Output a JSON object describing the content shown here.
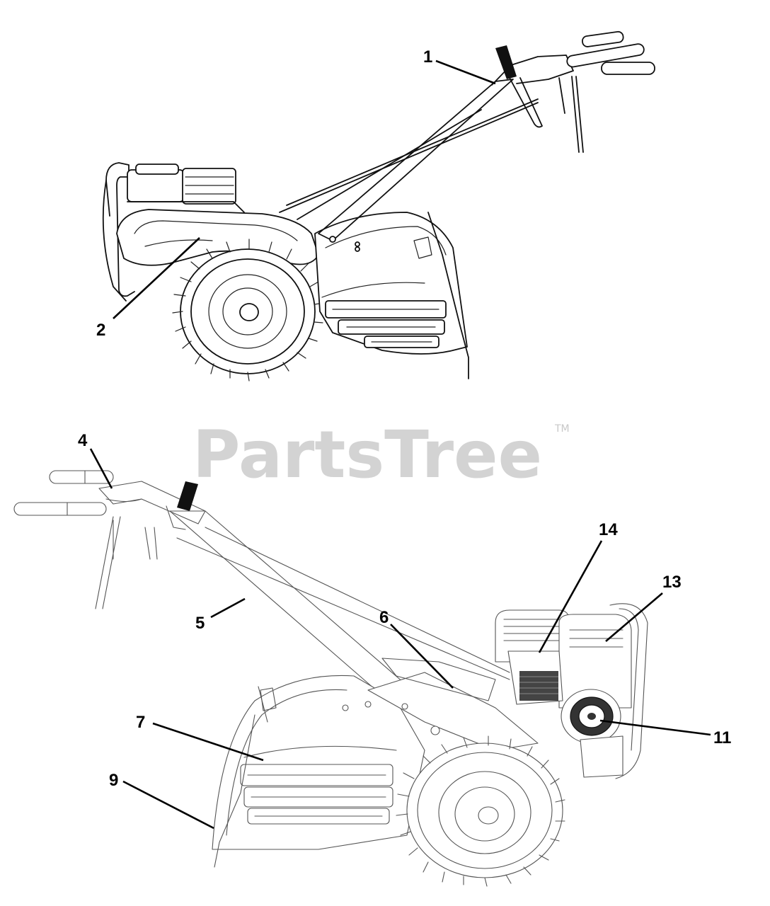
{
  "watermark": {
    "brand": "PartsTree",
    "trademark": "TM"
  },
  "callouts": [
    {
      "id": "1",
      "label": "1"
    },
    {
      "id": "2",
      "label": "2"
    },
    {
      "id": "4",
      "label": "4"
    },
    {
      "id": "5",
      "label": "5"
    },
    {
      "id": "6",
      "label": "6"
    },
    {
      "id": "7",
      "label": "7"
    },
    {
      "id": "9",
      "label": "9"
    },
    {
      "id": "11",
      "label": "11"
    },
    {
      "id": "13",
      "label": "13"
    },
    {
      "id": "14",
      "label": "14"
    }
  ],
  "colors": {
    "line": "#000000",
    "watermark": "#d3d3d3",
    "background": "#ffffff"
  }
}
